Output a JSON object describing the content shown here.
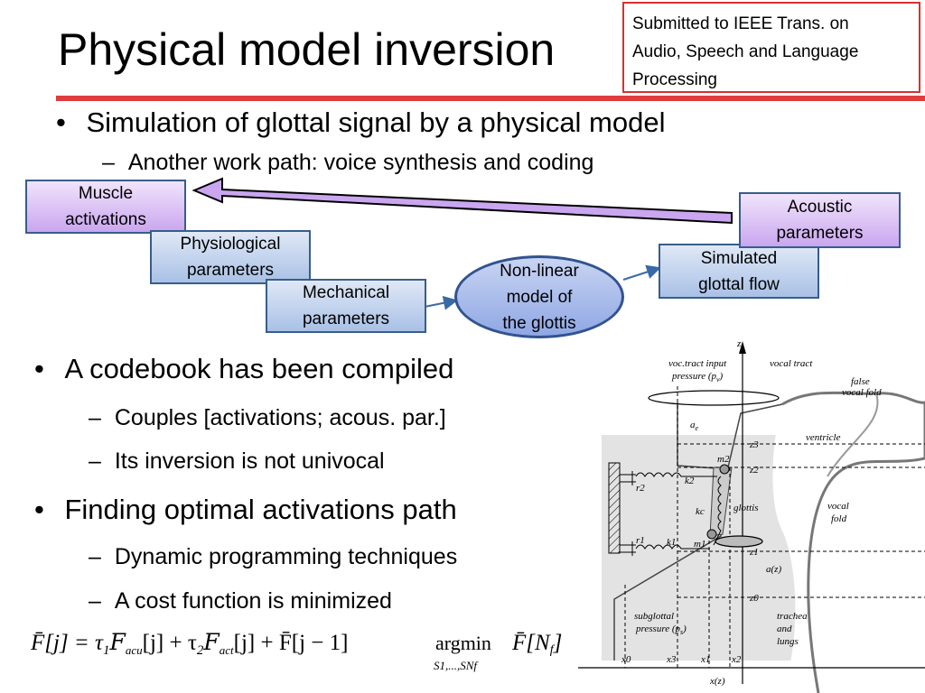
{
  "title": "Physical model inversion",
  "note": [
    "Submitted to IEEE Trans. on",
    "Audio, Speech and Language",
    "Processing"
  ],
  "bullets": [
    {
      "level": 1,
      "text": "Simulation of glottal signal by a physical model"
    },
    {
      "level": 2,
      "text": "Another work path: voice synthesis and coding"
    },
    {
      "level": 1,
      "text": "A codebook has been compiled"
    },
    {
      "level": 2,
      "text": "Couples [activations; acous. par.]"
    },
    {
      "level": 2,
      "text": "Its inversion is not univocal"
    },
    {
      "level": 1,
      "text": "Finding optimal activations path"
    },
    {
      "level": 2,
      "text": "Dynamic programming techniques"
    },
    {
      "level": 2,
      "text": "A cost function is minimized"
    }
  ],
  "bullet_glyph": "•",
  "dash_glyph": "–",
  "diagram": {
    "muscle": [
      "Muscle",
      "activations"
    ],
    "physio": [
      "Physiological",
      "parameters"
    ],
    "mech": [
      "Mechanical",
      "parameters"
    ],
    "model": [
      "Non-linear",
      "model of",
      "the glottis"
    ],
    "flow": [
      "Simulated",
      "glottal flow"
    ],
    "acoustic": [
      "Acoustic",
      "parameters"
    ],
    "colors": {
      "blue_border": "#385d8a",
      "purple_fill": "#c9a6ef",
      "accent_red": "#e03c3c"
    }
  },
  "formula": {
    "lhs": "F̄[j] = τ",
    "sub1": "1",
    "t1": "F",
    "t1sub": "acu",
    "t2": "[j] + τ",
    "sub2": "2",
    "t3": "F",
    "t3sub": "act",
    "t4": "[j] + F̄[j − 1]",
    "argmin": "argmin",
    "argmin_sub": "S1,...,SNf",
    "rhs": "F̄[N",
    "rhs_sub": "f",
    "rhs_close": "]"
  },
  "figure": {
    "z": "z",
    "voc_tract_input": "voc.tract input",
    "pressure_pv": "pressure (p",
    "pv_sub": "v",
    "vocal_tract": "vocal tract",
    "false_vocal_fold": [
      "false",
      "vocal fold"
    ],
    "ventricle": "ventricle",
    "vocal_fold": [
      "vocal",
      "fold"
    ],
    "ae": "a",
    "ae_sub": "e",
    "z3": "z3",
    "z2": "z2",
    "z1": "z1",
    "z0": "z0",
    "m2": "m2",
    "m1": "m1",
    "k2": "k2",
    "k1": "k1",
    "kc": "kc",
    "r2": "r2",
    "r1": "r1",
    "glottis": "glottis",
    "az": "a(z)",
    "subglottal": [
      "subglottal",
      "pressure (p"
    ],
    "ps_sub": "s",
    "trachea": [
      "trachea",
      "and",
      "lungs"
    ],
    "x0": "x0",
    "x3": "x3",
    "x1": "x1",
    "x2": "x2",
    "xz": "x(z)"
  }
}
